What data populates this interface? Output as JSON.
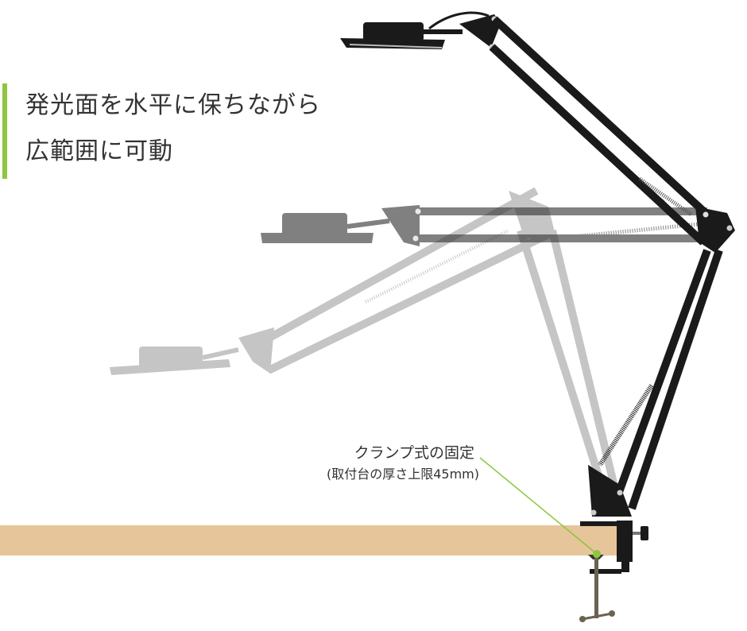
{
  "headline": {
    "line1": "発光面を水平に保ちながら",
    "line2": "広範囲に可動"
  },
  "callout": {
    "title": "クランプ式の固定",
    "note": "(取付台の厚さ上限45mm)"
  },
  "colors": {
    "accent": "#8dc63f",
    "desk": "#e5c599",
    "arm": "#1a1a1a",
    "ghost_mid": "#6e6e6e",
    "ghost_light": "#c8c8c8",
    "text": "#333333"
  },
  "illustration": {
    "subject": "lamp-arm",
    "positions": [
      "raised",
      "horizontal",
      "lowered"
    ],
    "mount": "desk-clamp"
  }
}
